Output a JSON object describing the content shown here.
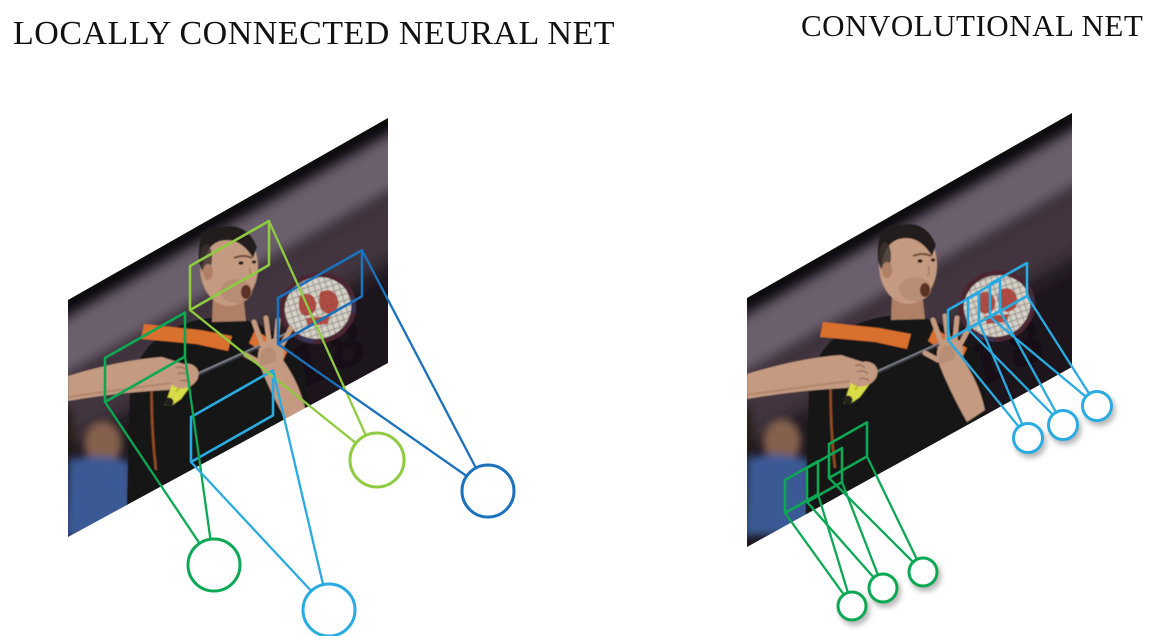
{
  "figure": {
    "left_title": "LOCALLY CONNECTED NEURAL NET",
    "right_title": "CONVOLUTIONAL NET",
    "photo_watermark": "2018"
  },
  "palette": {
    "green": "#0ca853",
    "light_green": "#8fcb41",
    "cyan": "#29abe2",
    "blue": "#1b71ba",
    "neuron_fill": "#ffffff",
    "neuron_shadow": "#8f8f8f",
    "photo_base": "#2e252c",
    "photo_dark_top": "#0b090d",
    "photo_band": "#6f6472",
    "photo_mid": "#453842",
    "photo_bottom": "#1f171d",
    "watermark_color": "#120e18",
    "skin": "#c49a80",
    "skin_shade": "#b08066",
    "shirt": "#131319",
    "orange": "#d96f2e",
    "grip_yellow": "#d9dd46",
    "racket_frame": "#4c2733",
    "racket_strings": "#d6d2c8",
    "racket_logo": "#a83c34",
    "hair": "#241f1f",
    "spectator_shirt": "#3b5a95",
    "spectator_skin": "#84604e"
  },
  "left_panel": {
    "name": "locally-connected-neural-net",
    "receptive_fields": [
      {
        "name": "shoulder-field",
        "color": "green"
      },
      {
        "name": "head-field",
        "color": "light_green"
      },
      {
        "name": "body-field",
        "color": "cyan"
      },
      {
        "name": "racket-field",
        "color": "blue"
      }
    ],
    "neuron_count": 4
  },
  "right_panel": {
    "name": "convolutional-net",
    "filter_groups": [
      {
        "name": "green-filter-position",
        "color": "green",
        "count": 3
      },
      {
        "name": "cyan-filter-position",
        "color": "cyan",
        "count": 3
      }
    ],
    "neuron_count": 6
  }
}
